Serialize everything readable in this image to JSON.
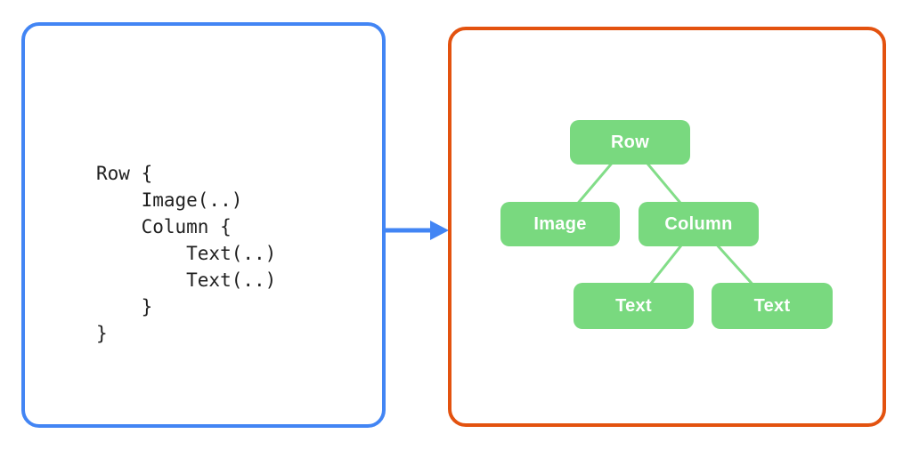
{
  "diagram": {
    "title": "compose-code-to-ui-tree",
    "left_panel": {
      "kind": "code-snippet",
      "border_color": "#4285f4",
      "code": "Row {\n    Image(..)\n    Column {\n        Text(..)\n        Text(..)\n    }\n}"
    },
    "arrow": {
      "direction": "right",
      "color": "#4285f4"
    },
    "right_panel": {
      "kind": "widget-tree",
      "border_color": "#e3520f",
      "node_fill_color": "#79d97f",
      "node_text_color": "#ffffff",
      "edge_color": "#82dd88",
      "nodes": [
        {
          "id": "row",
          "label": "Row"
        },
        {
          "id": "image",
          "label": "Image"
        },
        {
          "id": "column",
          "label": "Column"
        },
        {
          "id": "text-1",
          "label": "Text"
        },
        {
          "id": "text-2",
          "label": "Text"
        }
      ],
      "edges": [
        {
          "from": "row",
          "to": "image"
        },
        {
          "from": "row",
          "to": "column"
        },
        {
          "from": "column",
          "to": "text-1"
        },
        {
          "from": "column",
          "to": "text-2"
        }
      ]
    }
  }
}
